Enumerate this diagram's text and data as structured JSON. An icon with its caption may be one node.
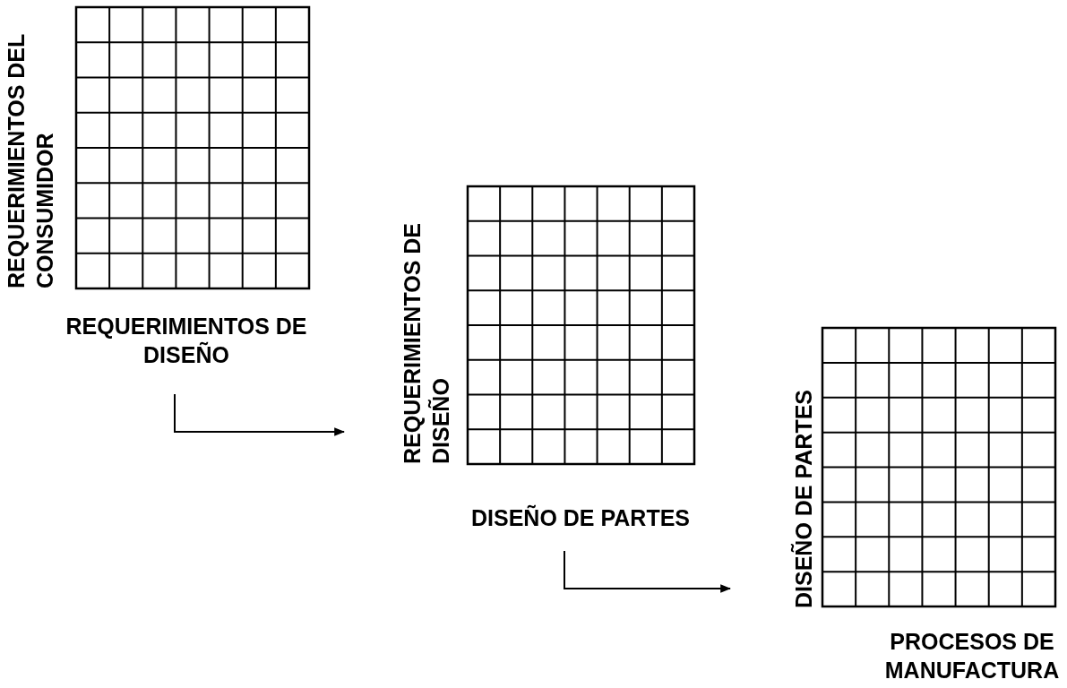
{
  "diagram": {
    "nodes": [
      {
        "text": [],
        "shape": "grid",
        "beside": [
          "REQUERIMIENTOS DEL CONSUMIDOR",
          "REQUERIMIENTOS DE DISEÑO"
        ]
      },
      {
        "text": [],
        "shape": "grid",
        "beside": [
          "REQUERIMIENTOS DE DISEÑO",
          "DISEÑO DE PARTES"
        ]
      },
      {
        "text": [],
        "shape": "grid",
        "beside": [
          "DISEÑO DE PARTES",
          "PROCESOS DE MANUFACTURA"
        ]
      }
    ],
    "edges": [
      {
        "from": 0,
        "to": 1,
        "arrow": "to"
      },
      {
        "from": 1,
        "to": 2,
        "arrow": "to"
      }
    ]
  }
}
